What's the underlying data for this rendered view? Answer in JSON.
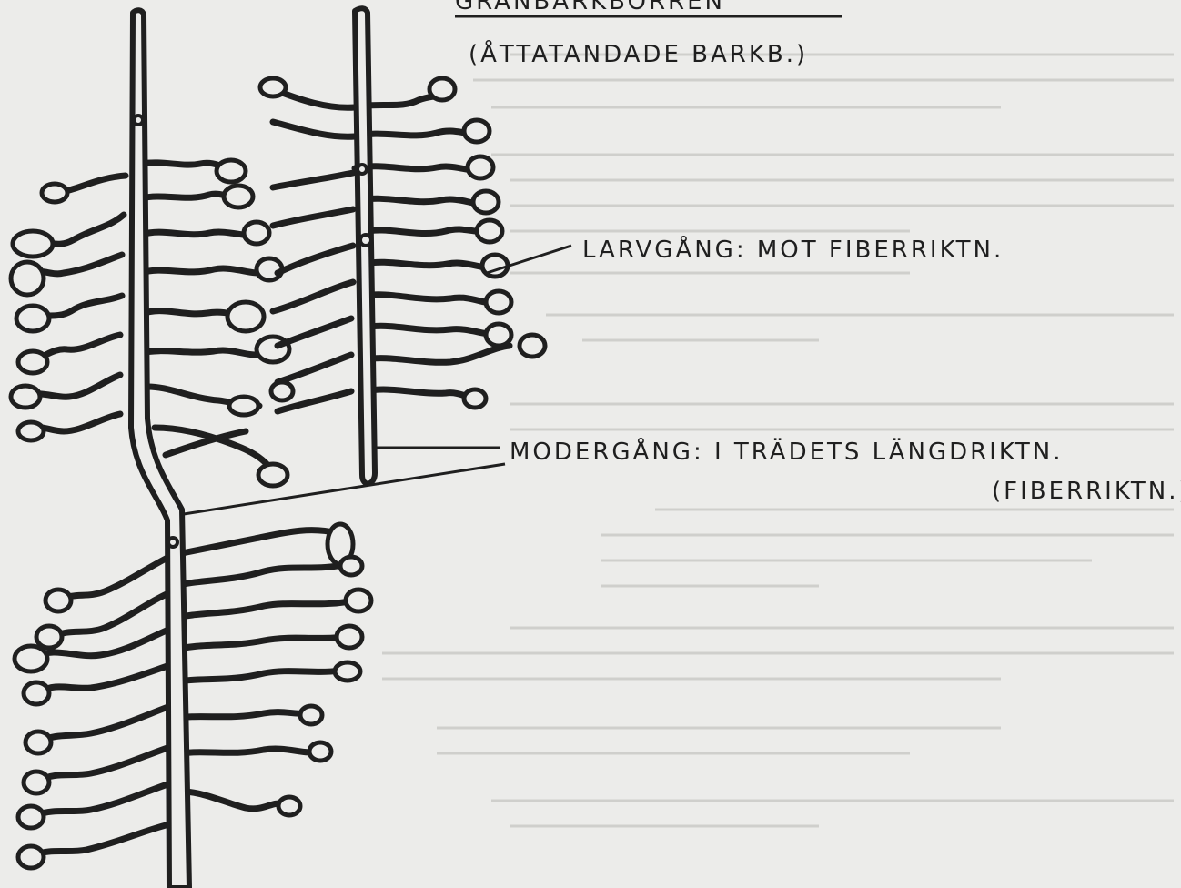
{
  "title_line1": "GRANBARKBORREN",
  "title_line2": "(ÅTTATANDADE BARKB.)",
  "label_larval_gallery": "LARVGÅNG: MOT FIBERRIKTN.",
  "label_mother_gallery_line1": "MODERGÅNG: I TRÄDETS LÄNGDRIKTN.",
  "label_mother_gallery_line2": "(FIBERRIKTN.)",
  "colors": {
    "paper": "#ececea",
    "ink": "#1f1f1f",
    "bleed": "#cfcfcc"
  }
}
